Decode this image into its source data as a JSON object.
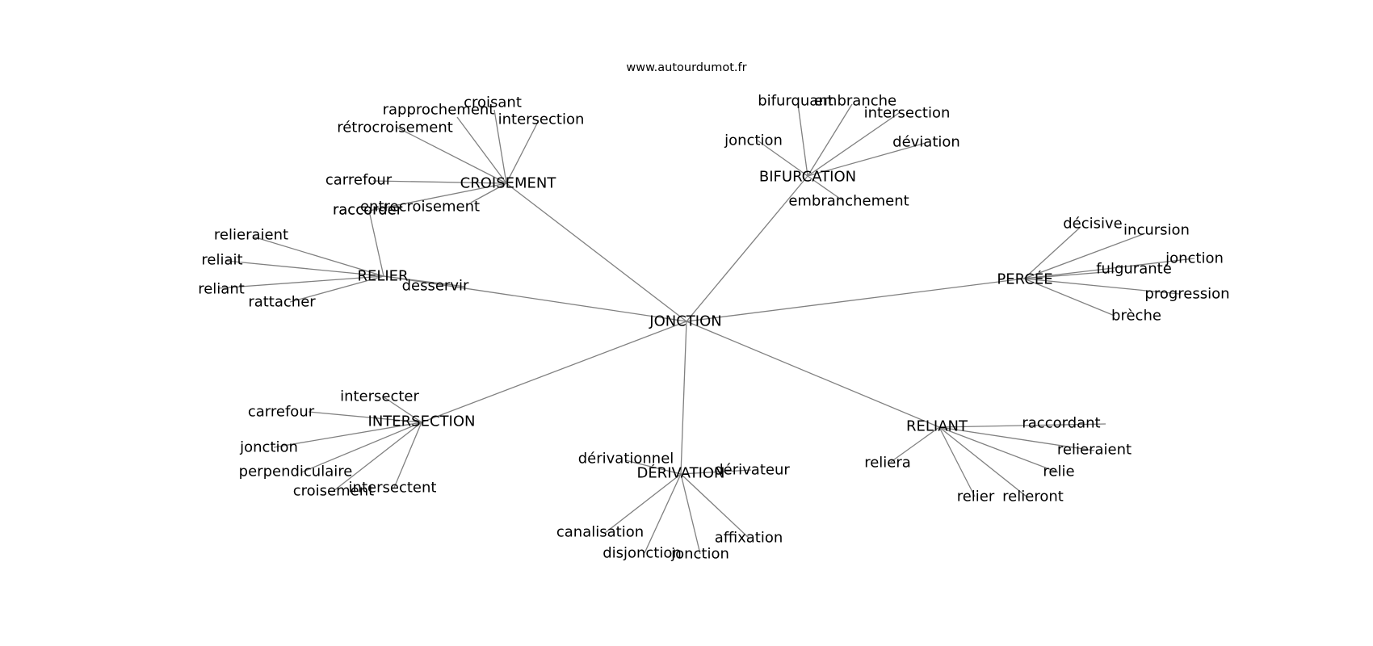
{
  "header": {
    "source": "www.autourdumot.fr"
  },
  "graph": {
    "center": "JONCTION",
    "hubs": [
      {
        "label": "CROISEMENT",
        "words": [
          "croisant",
          "rapprochement",
          "intersection",
          "rétrocroisement",
          "carrefour",
          "entrecroisement",
          "raccorder"
        ]
      },
      {
        "label": "BIFURCATION",
        "words": [
          "bifurquant",
          "embranche",
          "intersection",
          "jonction",
          "déviation",
          "embranchement"
        ]
      },
      {
        "label": "RELIER",
        "words": [
          "raccorder",
          "relieraient",
          "reliait",
          "reliant",
          "rattacher",
          "desservir"
        ]
      },
      {
        "label": "PERCÉE",
        "words": [
          "décisive",
          "incursion",
          "jonction",
          "fulgurante",
          "progression",
          "brèche"
        ]
      },
      {
        "label": "INTERSECTION",
        "words": [
          "intersecter",
          "carrefour",
          "jonction",
          "perpendiculaire",
          "croisement",
          "intersectent"
        ]
      },
      {
        "label": "DÉRIVATION",
        "words": [
          "dérivationnel",
          "dérivateur",
          "canalisation",
          "affixation",
          "disjonction",
          "jonction"
        ]
      },
      {
        "label": "RELIANT",
        "words": [
          "raccordant",
          "reliera",
          "relieraient",
          "relie",
          "relier",
          "relieront"
        ]
      }
    ]
  }
}
